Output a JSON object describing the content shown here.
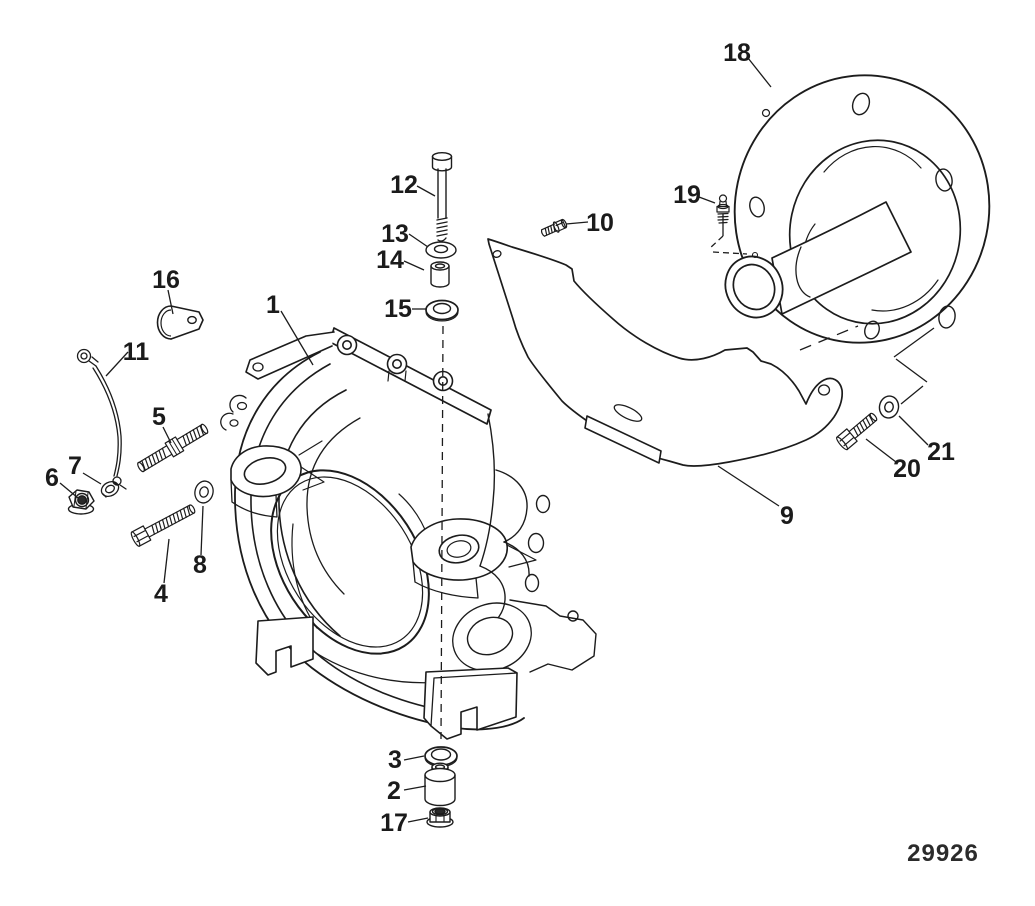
{
  "diagram": {
    "drawing_number": "29926",
    "callouts": [
      "1",
      "2",
      "3",
      "4",
      "5",
      "6",
      "7",
      "8",
      "9",
      "10",
      "11",
      "12",
      "13",
      "14",
      "15",
      "16",
      "17",
      "18",
      "19",
      "20",
      "21"
    ]
  }
}
